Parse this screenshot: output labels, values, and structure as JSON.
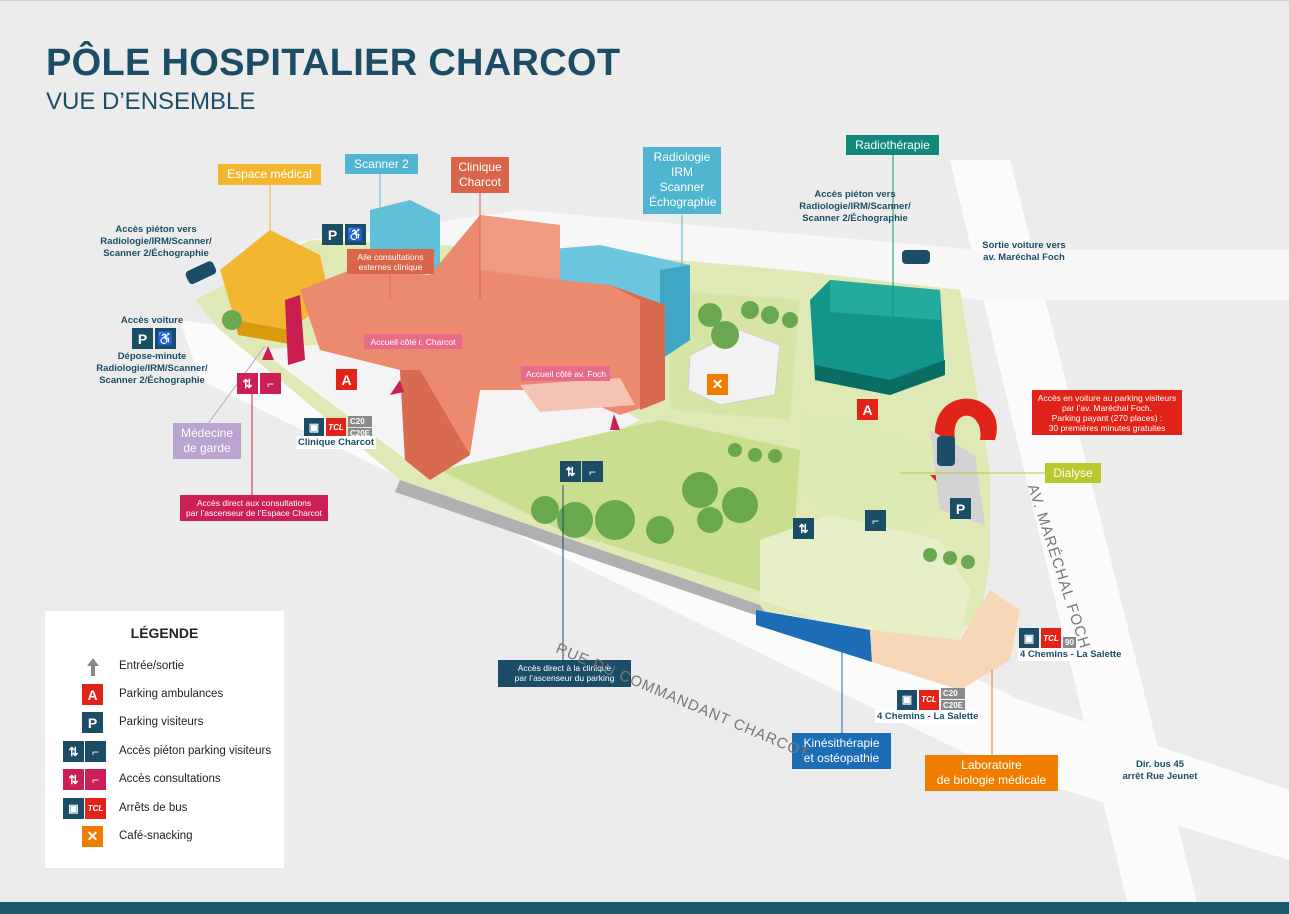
{
  "header": {
    "title": "PÔLE HOSPITALIER CHARCOT",
    "subtitle": "VUE D’ENSEMBLE"
  },
  "buildings": {
    "espace_medical": "Espace médical",
    "scanner2": "Scanner 2",
    "clinique": [
      "Clinique",
      "Charcot"
    ],
    "radiologie": [
      "Radiologie",
      "IRM",
      "Scanner",
      "Échographie"
    ],
    "radiotherapie": "Radiothérapie",
    "dialyse": "Dialyse",
    "medecine_garde": [
      "Médecine",
      "de garde"
    ],
    "kine": [
      "Kinésithérapie",
      "et ostéopathie"
    ],
    "labo": [
      "Laboratoire",
      "de biologie médicale"
    ]
  },
  "small_labels": {
    "aile": [
      "Aile consultations",
      "externes clinique"
    ],
    "accueil_charcot": "Accueil côté r. Charcot",
    "accueil_foch": "Accueil côté av. Foch",
    "acces_consult": [
      "Accès direct aux consultations",
      "par l’ascenseur de l’Espace Charcot"
    ],
    "acces_clinique": [
      "Accès direct à la clinique",
      "par l’ascenseur du parking"
    ],
    "parking_info": [
      "Accès en voiture au parking visiteurs",
      "par l’av. Maréchal Foch.",
      "Parking payant (270 places) :",
      "30 premières minutes gratuites"
    ]
  },
  "notes": {
    "pieton_left": [
      "Accès piéton vers",
      "Radiologie/IRM/Scanner/",
      "Scanner 2/Échographie"
    ],
    "pieton_right": [
      "Accès piéton vers",
      "Radiologie/IRM/Scanner/",
      "Scanner 2/Échographie"
    ],
    "acces_voiture": "Accès voiture",
    "depose": [
      "Dépose-minute",
      "Radiologie/IRM/Scanner/",
      "Scanner 2/Échographie"
    ],
    "sortie": [
      "Sortie voiture vers",
      "av. Maréchal Foch"
    ],
    "dir_bus": [
      "Dir. bus 45",
      "arrêt Rue Jeunet"
    ]
  },
  "streets": {
    "commandant": "RUE DU COMMANDANT CHARCOT",
    "foch": "AV. MARÉCHAL FOCH"
  },
  "bus_stops": [
    {
      "name": "Clinique Charcot",
      "lines": [
        "C20",
        "C20E"
      ]
    },
    {
      "name": "4 Chemins - La Salette",
      "lines": [
        "90"
      ]
    },
    {
      "name": "4 Chemins - La Salette",
      "lines": [
        "C20",
        "C20E"
      ]
    }
  ],
  "bus_brand": "TCL",
  "icons": {
    "parking": "P",
    "ambulance": "A",
    "disabled": "♿",
    "elevator": "⇅",
    "stairs": "⌐",
    "cafe": "✕"
  },
  "legend": {
    "title": "LÉGENDE",
    "items": [
      {
        "icon": "arrow-up-icon",
        "label": "Entrée/sortie"
      },
      {
        "icon": "ambulance-parking-icon",
        "label": "Parking ambulances"
      },
      {
        "icon": "visitor-parking-icon",
        "label": "Parking visiteurs"
      },
      {
        "icon": "pedestrian-access-icon",
        "label": "Accès piéton parking visiteurs"
      },
      {
        "icon": "consultation-access-icon",
        "label": "Accès consultations"
      },
      {
        "icon": "bus-stop-icon",
        "label": "Arrêts de bus"
      },
      {
        "icon": "cafe-icon",
        "label": "Café-snacking"
      }
    ]
  },
  "colors": {
    "navy": "#1b4e66",
    "espace_medical": "#f2b630",
    "scanner": "#4fb5d0",
    "clinique": "#d9654a",
    "radiotherapie": "#11897a",
    "dialyse": "#b9c92d",
    "medecine": "#b9a3cf",
    "kine": "#1c6db5",
    "labo": "#ef7d00",
    "ambulance": "#e2231a",
    "consultations": "#cc1f56"
  }
}
